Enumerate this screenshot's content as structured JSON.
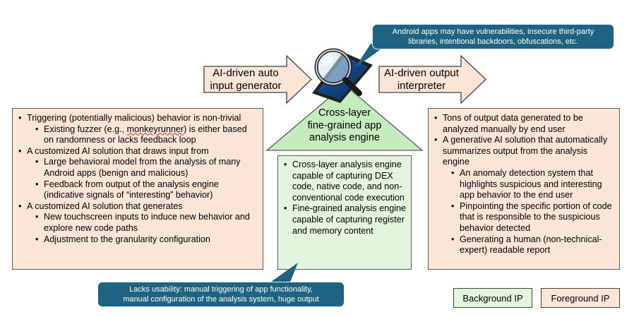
{
  "input_arrow": {
    "line1": "AI-driven auto",
    "line2": "input generator"
  },
  "output_arrow": {
    "line1": "AI-driven output",
    "line2": "interpreter"
  },
  "engine": {
    "line1": "Cross-layer",
    "line2": "fine-grained app",
    "line3": "analysis engine"
  },
  "top_callout": {
    "line1": "Android apps may have vulnerabilities, insecure third-party",
    "line2": "libraries, intentional backdoors, obfuscations, etc."
  },
  "bottom_callout": {
    "line1": "Lacks usability: manual triggering of app functionality,",
    "line2": "manual configuration of the analysis system, huge output"
  },
  "left_box": {
    "i1": "Triggering (potentially malicious) behavior is non-trivial",
    "i1a_pre": "Existing fuzzer (e.g., ",
    "i1a_link": "monkeyrunner",
    "i1a_post": ") is either based on randomness or lacks feedback loop",
    "i2": "A customized AI solution that draws input from",
    "i2a": "Large behavioral model from the analysis of many Android apps (benign and malicious)",
    "i2b": "Feedback from output of the analysis engine (indicative signals of “interesting” behavior)",
    "i3": "A customized AI solution that generates",
    "i3a": "New touchscreen inputs to induce new behavior and explore new code paths",
    "i3b": "Adjustment to the granularity configuration"
  },
  "middle_box": {
    "i1": "Cross-layer analysis engine capable of capturing DEX code, native code, and non-conventional code execution",
    "i2": "Fine-grained analysis engine  capable of capturing register and memory content"
  },
  "right_box": {
    "i1": "Tons of output data generated to be analyzed manually by end user",
    "i2": "A generative AI solution that automatically summarizes output from the analysis engine",
    "i2a": "An anomaly detection system that highlights suspicious and interesting app behavior to the end user",
    "i2b": "Pinpointing the specific portion of code that is responsible to the suspicious behavior detected",
    "i2c": "Generating a human (non-technical-expert) readable report"
  },
  "legend": {
    "background": "Background IP",
    "foreground": "Foreground IP"
  },
  "colors": {
    "peach": "#fbe5d7",
    "green": "#e3f5dc",
    "callout": "#1f6382",
    "triangle": "#c5ecbd"
  }
}
